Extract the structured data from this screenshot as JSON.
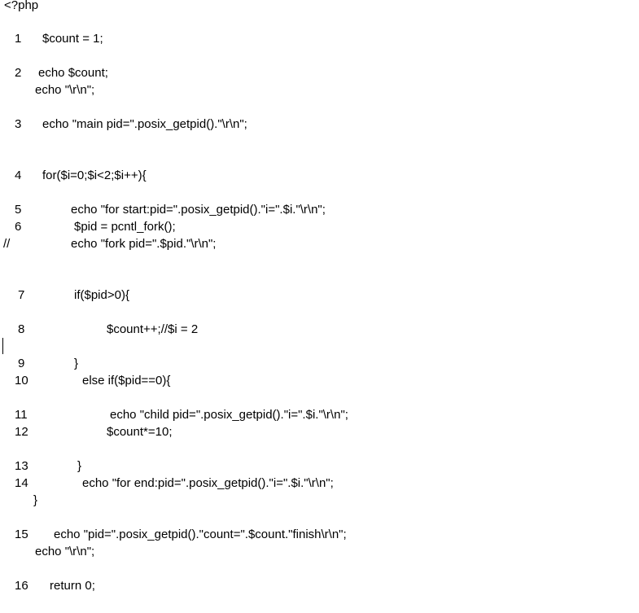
{
  "document": {
    "open_tag": "<?php",
    "lines": [
      {
        "num": "1",
        "code": "$count = 1;"
      },
      {
        "num": "2",
        "code": "echo $count;"
      },
      {
        "num": "",
        "code": "echo \"\\r\\n\";"
      },
      {
        "num": "3",
        "code": "echo \"main pid=\".posix_getpid().\"\\r\\n\";"
      },
      {
        "num": "4",
        "code": "for($i=0;$i<2;$i++){"
      },
      {
        "num": "5",
        "code": "echo \"for start:pid=\".posix_getpid().\"i=\".$i.\"\\r\\n\";"
      },
      {
        "num": "6",
        "code": "$pid = pcntl_fork();"
      },
      {
        "num": "//",
        "code": "echo \"fork pid=\".$pid.\"\\r\\n\";"
      },
      {
        "num": "7",
        "code": "if($pid>0){"
      },
      {
        "num": "8",
        "code": "$count++;//$i = 2"
      },
      {
        "num": "9",
        "code": "}"
      },
      {
        "num": "10",
        "code": "else if($pid==0){"
      },
      {
        "num": "11",
        "code": "echo \"child pid=\".posix_getpid().\"i=\".$i.\"\\r\\n\";"
      },
      {
        "num": "12",
        "code": "$count*=10;"
      },
      {
        "num": "13",
        "code": "}"
      },
      {
        "num": "14",
        "code": "echo \"for end:pid=\".posix_getpid().\"i=\".$i.\"\\r\\n\";"
      },
      {
        "num": "",
        "code": "}"
      },
      {
        "num": "15",
        "code": "echo \"pid=\".posix_getpid().\"count=\".$count.\"finish\\r\\n\";"
      },
      {
        "num": "",
        "code": "echo \"\\r\\n\";"
      },
      {
        "num": "16",
        "code": "return 0;"
      }
    ]
  }
}
